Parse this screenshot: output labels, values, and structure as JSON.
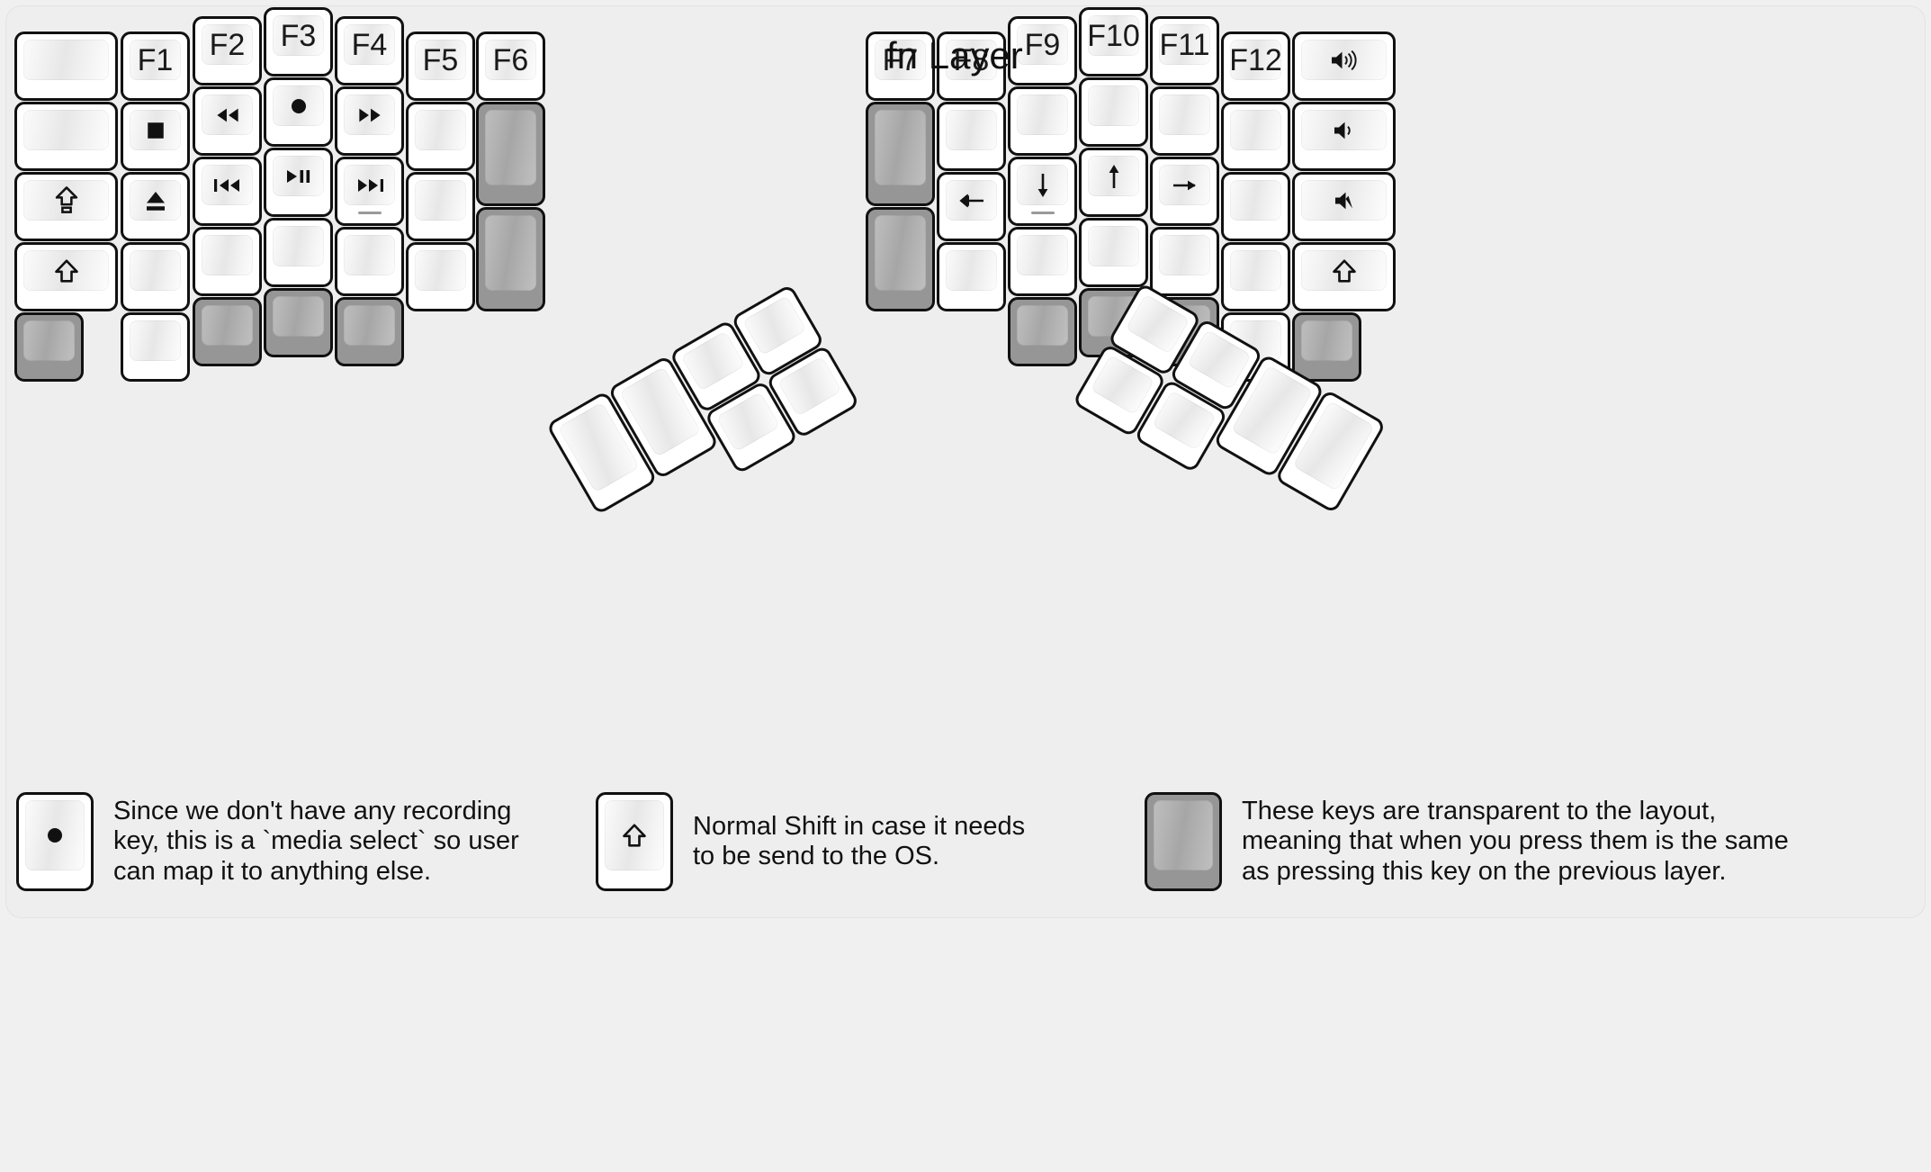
{
  "title": "fn Layer",
  "colors": {
    "background": "#f0f0f0",
    "frame": "#eeeeee",
    "key_border": "#111111",
    "key_face_light": "#fbfbfb",
    "key_face_shade": "#e7e7e7",
    "transparent_key": "#969696",
    "transparent_key_face": "#b6b6b6",
    "text": "#1a1a1a"
  },
  "left_half": {
    "columns": [
      {
        "name": "pinky-outer",
        "keys": [
          {
            "label": "",
            "icon": "",
            "type": "normal",
            "size": "1.5x1"
          },
          {
            "label": "",
            "icon": "",
            "type": "normal",
            "size": "1.5x1"
          },
          {
            "label": "",
            "icon": "caps-lock-icon",
            "type": "normal",
            "size": "1.5x1"
          },
          {
            "label": "",
            "icon": "shift-icon",
            "type": "normal",
            "size": "1.5x1"
          },
          {
            "label": "",
            "icon": "",
            "type": "transparent",
            "size": "1x1"
          }
        ]
      },
      {
        "name": "pinky",
        "keys": [
          {
            "label": "F1",
            "icon": "",
            "type": "normal",
            "size": "1x1"
          },
          {
            "label": "",
            "icon": "media-stop-icon",
            "type": "normal",
            "size": "1x1"
          },
          {
            "label": "",
            "icon": "media-eject-icon",
            "type": "normal",
            "size": "1x1"
          },
          {
            "label": "",
            "icon": "",
            "type": "normal",
            "size": "1x1"
          },
          {
            "label": "",
            "icon": "",
            "type": "normal",
            "size": "1x1"
          }
        ]
      },
      {
        "name": "ring",
        "keys": [
          {
            "label": "F2",
            "icon": "",
            "type": "normal",
            "size": "1x1"
          },
          {
            "label": "",
            "icon": "media-rewind-icon",
            "type": "normal",
            "size": "1x1"
          },
          {
            "label": "",
            "icon": "media-prev-track-icon",
            "type": "normal",
            "size": "1x1"
          },
          {
            "label": "",
            "icon": "",
            "type": "normal",
            "size": "1x1"
          },
          {
            "label": "",
            "icon": "",
            "type": "transparent",
            "size": "1x1"
          }
        ]
      },
      {
        "name": "middle",
        "keys": [
          {
            "label": "F3",
            "icon": "",
            "type": "normal",
            "size": "1x1"
          },
          {
            "label": "",
            "icon": "media-record-icon",
            "type": "normal",
            "size": "1x1"
          },
          {
            "label": "",
            "icon": "media-play-pause-icon",
            "type": "normal",
            "size": "1x1"
          },
          {
            "label": "",
            "icon": "",
            "type": "normal",
            "size": "1x1"
          },
          {
            "label": "",
            "icon": "",
            "type": "transparent",
            "size": "1x1"
          }
        ]
      },
      {
        "name": "index",
        "keys": [
          {
            "label": "F4",
            "icon": "",
            "type": "normal",
            "size": "1x1"
          },
          {
            "label": "",
            "icon": "media-fast-forward-icon",
            "type": "normal",
            "size": "1x1"
          },
          {
            "label": "",
            "icon": "media-next-track-icon",
            "type": "normal",
            "size": "1x1",
            "subbar": true
          },
          {
            "label": "",
            "icon": "",
            "type": "normal",
            "size": "1x1"
          },
          {
            "label": "",
            "icon": "",
            "type": "transparent",
            "size": "1x1"
          }
        ]
      },
      {
        "name": "inner",
        "keys": [
          {
            "label": "F5",
            "icon": "",
            "type": "normal",
            "size": "1x1"
          },
          {
            "label": "",
            "icon": "",
            "type": "normal",
            "size": "1x1"
          },
          {
            "label": "",
            "icon": "",
            "type": "normal",
            "size": "1x1"
          },
          {
            "label": "",
            "icon": "",
            "type": "normal",
            "size": "1x1"
          }
        ]
      },
      {
        "name": "inner-most",
        "keys": [
          {
            "label": "F6",
            "icon": "",
            "type": "normal",
            "size": "1x1"
          },
          {
            "label": "",
            "icon": "",
            "type": "transparent",
            "size": "1x2"
          },
          {
            "label": "",
            "icon": "",
            "type": "transparent",
            "size": "1x2"
          }
        ]
      }
    ],
    "thumb_cluster": [
      {
        "label": "",
        "icon": "",
        "type": "normal",
        "size": "1x2"
      },
      {
        "label": "",
        "icon": "",
        "type": "normal",
        "size": "1x2"
      },
      {
        "label": "",
        "icon": "",
        "type": "normal",
        "size": "1x1"
      },
      {
        "label": "",
        "icon": "",
        "type": "normal",
        "size": "1x1"
      },
      {
        "label": "",
        "icon": "",
        "type": "normal",
        "size": "1x1"
      },
      {
        "label": "",
        "icon": "",
        "type": "normal",
        "size": "1x1"
      }
    ]
  },
  "right_half": {
    "columns": [
      {
        "name": "inner-most",
        "keys": [
          {
            "label": "F7",
            "icon": "",
            "type": "normal",
            "size": "1x1"
          },
          {
            "label": "",
            "icon": "",
            "type": "transparent",
            "size": "1x2"
          },
          {
            "label": "",
            "icon": "",
            "type": "transparent",
            "size": "1x2"
          }
        ]
      },
      {
        "name": "inner",
        "keys": [
          {
            "label": "F8",
            "icon": "",
            "type": "normal",
            "size": "1x1"
          },
          {
            "label": "",
            "icon": "",
            "type": "normal",
            "size": "1x1"
          },
          {
            "label": "",
            "icon": "arrow-left-icon",
            "type": "normal",
            "size": "1x1"
          },
          {
            "label": "",
            "icon": "",
            "type": "normal",
            "size": "1x1"
          }
        ]
      },
      {
        "name": "index",
        "keys": [
          {
            "label": "F9",
            "icon": "",
            "type": "normal",
            "size": "1x1"
          },
          {
            "label": "",
            "icon": "",
            "type": "normal",
            "size": "1x1"
          },
          {
            "label": "",
            "icon": "arrow-down-icon",
            "type": "normal",
            "size": "1x1",
            "subbar": true
          },
          {
            "label": "",
            "icon": "",
            "type": "normal",
            "size": "1x1"
          },
          {
            "label": "",
            "icon": "",
            "type": "transparent",
            "size": "1x1"
          }
        ]
      },
      {
        "name": "middle",
        "keys": [
          {
            "label": "F10",
            "icon": "",
            "type": "normal",
            "size": "1x1"
          },
          {
            "label": "",
            "icon": "",
            "type": "normal",
            "size": "1x1"
          },
          {
            "label": "",
            "icon": "arrow-up-icon",
            "type": "normal",
            "size": "1x1"
          },
          {
            "label": "",
            "icon": "",
            "type": "normal",
            "size": "1x1"
          },
          {
            "label": "",
            "icon": "",
            "type": "transparent",
            "size": "1x1"
          }
        ]
      },
      {
        "name": "ring",
        "keys": [
          {
            "label": "F11",
            "icon": "",
            "type": "normal",
            "size": "1x1"
          },
          {
            "label": "",
            "icon": "",
            "type": "normal",
            "size": "1x1"
          },
          {
            "label": "",
            "icon": "arrow-right-icon",
            "type": "normal",
            "size": "1x1"
          },
          {
            "label": "",
            "icon": "",
            "type": "normal",
            "size": "1x1"
          },
          {
            "label": "",
            "icon": "",
            "type": "transparent",
            "size": "1x1"
          }
        ]
      },
      {
        "name": "pinky",
        "keys": [
          {
            "label": "F12",
            "icon": "",
            "type": "normal",
            "size": "1x1"
          },
          {
            "label": "",
            "icon": "",
            "type": "normal",
            "size": "1x1"
          },
          {
            "label": "",
            "icon": "",
            "type": "normal",
            "size": "1x1"
          },
          {
            "label": "",
            "icon": "",
            "type": "normal",
            "size": "1x1"
          },
          {
            "label": "",
            "icon": "",
            "type": "normal",
            "size": "1x1"
          }
        ]
      },
      {
        "name": "pinky-outer",
        "keys": [
          {
            "label": "",
            "icon": "volume-up-icon",
            "type": "normal",
            "size": "1.5x1"
          },
          {
            "label": "",
            "icon": "volume-down-icon",
            "type": "normal",
            "size": "1.5x1"
          },
          {
            "label": "",
            "icon": "volume-mute-icon",
            "type": "normal",
            "size": "1.5x1"
          },
          {
            "label": "",
            "icon": "shift-icon",
            "type": "normal",
            "size": "1.5x1"
          },
          {
            "label": "",
            "icon": "",
            "type": "transparent",
            "size": "1x1"
          }
        ]
      }
    ],
    "thumb_cluster": [
      {
        "label": "",
        "icon": "",
        "type": "normal",
        "size": "1x1"
      },
      {
        "label": "",
        "icon": "",
        "type": "normal",
        "size": "1x1"
      },
      {
        "label": "",
        "icon": "",
        "type": "normal",
        "size": "1x1"
      },
      {
        "label": "",
        "icon": "",
        "type": "normal",
        "size": "1x1"
      },
      {
        "label": "",
        "icon": "",
        "type": "normal",
        "size": "1x2"
      },
      {
        "label": "",
        "icon": "",
        "type": "normal",
        "size": "1x2"
      }
    ]
  },
  "legend": [
    {
      "key_icon": "media-record-icon",
      "key_type": "normal",
      "text": "Since we don't have any recording\nkey, this is a `media select` so user\ncan map it to anything else."
    },
    {
      "key_icon": "shift-icon",
      "key_type": "normal",
      "text": "Normal Shift in case it needs\nto be send to the OS."
    },
    {
      "key_icon": "",
      "key_type": "transparent",
      "text": "These keys are transparent to the layout,\nmeaning that when you press them is the same\nas pressing this key on the previous layer."
    }
  ]
}
